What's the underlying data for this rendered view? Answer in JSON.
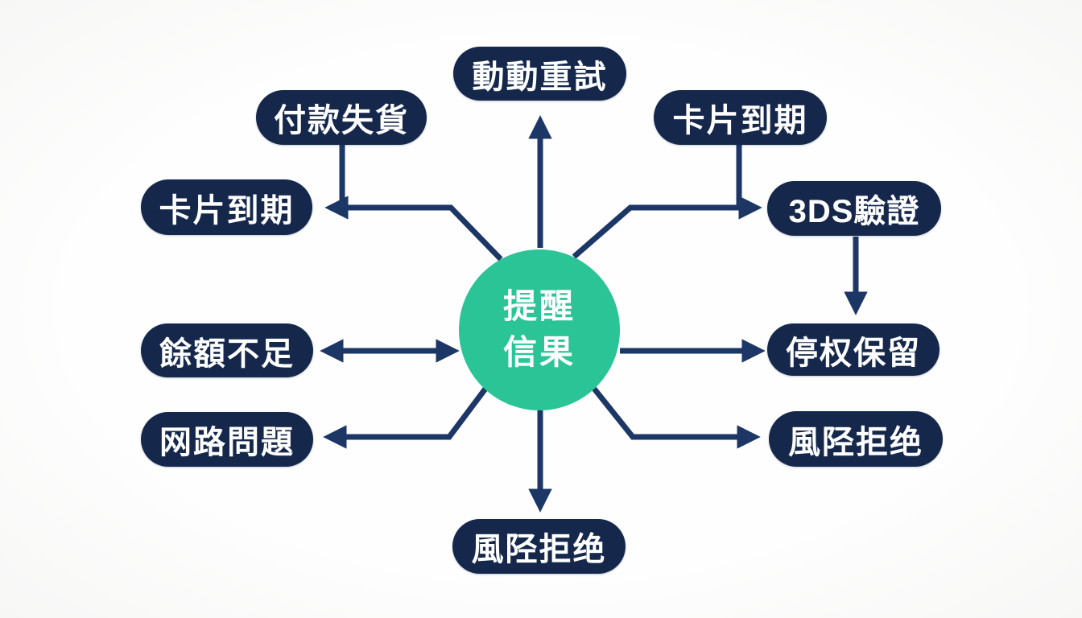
{
  "diagram": {
    "type": "hub-and-spoke",
    "center": {
      "line1": "提醒",
      "line2": "信果"
    },
    "nodes": [
      {
        "id": "retry",
        "label": "動動重試",
        "position": "top-center"
      },
      {
        "id": "payment-failed",
        "label": "付款失貨",
        "position": "upper-left"
      },
      {
        "id": "card-expired-left",
        "label": "卡片到期",
        "position": "mid-upper-left"
      },
      {
        "id": "card-expired-right",
        "label": "卡片到期",
        "position": "upper-right"
      },
      {
        "id": "threeds-verify",
        "label": "3DS驗證",
        "position": "mid-upper-right"
      },
      {
        "id": "insufficient-balance",
        "label": "餘額不足",
        "position": "middle-left"
      },
      {
        "id": "auth-hold",
        "label": "停权保留",
        "position": "middle-right"
      },
      {
        "id": "network-issue",
        "label": "网路問題",
        "position": "lower-left"
      },
      {
        "id": "risk-rejected-right",
        "label": "風陉拒绝",
        "position": "lower-right"
      },
      {
        "id": "risk-rejected-bottom",
        "label": "風陉拒绝",
        "position": "bottom-center"
      }
    ],
    "edges": [
      {
        "from": "center",
        "to": "retry",
        "arrow": "single",
        "shape": "straight-up"
      },
      {
        "from": "center",
        "to": "card-expired-left",
        "arrow": "single",
        "shape": "bent-up-left"
      },
      {
        "from": "payment-failed",
        "to": "edge-center-to-card-expired-left",
        "arrow": "none",
        "shape": "vertical-branch"
      },
      {
        "from": "center",
        "to": "threeds-verify",
        "arrow": "single",
        "shape": "bent-up-right"
      },
      {
        "from": "card-expired-right",
        "to": "edge-center-to-threeds-verify",
        "arrow": "none",
        "shape": "vertical-branch"
      },
      {
        "from": "threeds-verify",
        "to": "auth-hold",
        "arrow": "single",
        "shape": "straight-down"
      },
      {
        "from": "center",
        "to": "insufficient-balance",
        "arrow": "double",
        "shape": "straight-left"
      },
      {
        "from": "center",
        "to": "auth-hold",
        "arrow": "single",
        "shape": "straight-right"
      },
      {
        "from": "center",
        "to": "network-issue",
        "arrow": "single",
        "shape": "bent-down-left"
      },
      {
        "from": "center",
        "to": "risk-rejected-right",
        "arrow": "single",
        "shape": "bent-down-right"
      },
      {
        "from": "center",
        "to": "risk-rejected-bottom",
        "arrow": "single",
        "shape": "straight-down"
      }
    ]
  },
  "colors": {
    "node_fill": "#15284c",
    "arrow": "#1c3766",
    "center_fill": "#2bc497",
    "text": "#ffffff",
    "background": "#fbfbfa"
  }
}
